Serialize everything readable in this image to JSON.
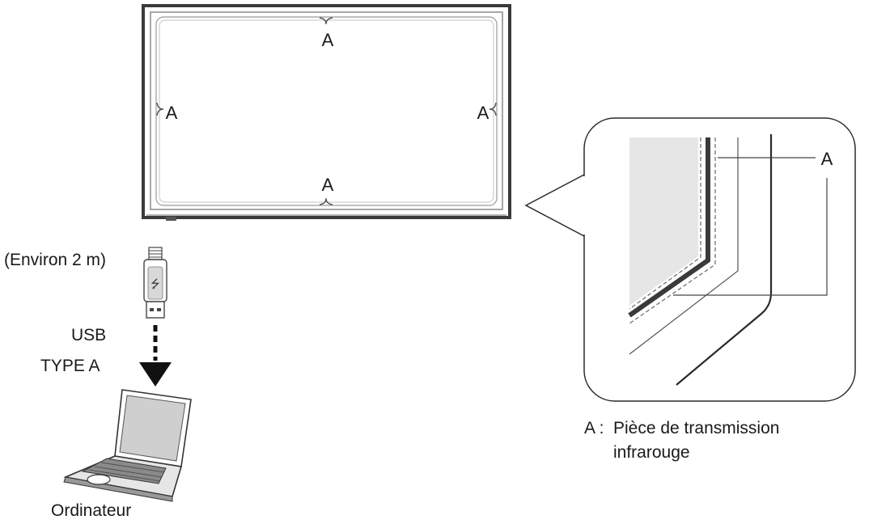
{
  "display": {
    "marker": "A"
  },
  "cable": {
    "length_label": "(Environ 2 m)",
    "connector_label": "USB",
    "type_label": "TYPE A"
  },
  "computer": {
    "label": "Ordinateur"
  },
  "detail": {
    "marker": "A"
  },
  "legend": {
    "key": "A :",
    "line1": "Pièce de transmission",
    "line2": "infrarouge"
  }
}
